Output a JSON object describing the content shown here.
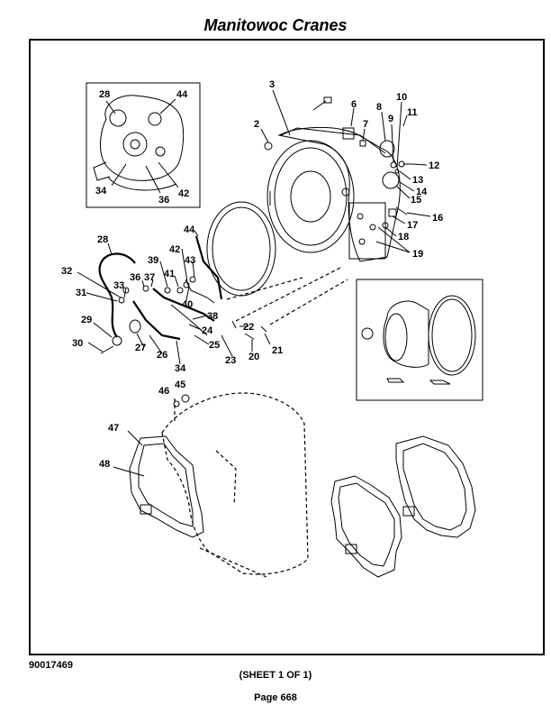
{
  "header": {
    "title": "Manitowoc Cranes"
  },
  "footer": {
    "doc_number": "90017469",
    "sheet": "(SHEET 1 OF 1)",
    "page": "Page 668"
  },
  "callouts": {
    "c2": "2",
    "c3": "3",
    "c6": "6",
    "c7": "7",
    "c8": "8",
    "c9": "9",
    "c10": "10",
    "c11": "11",
    "c12": "12",
    "c13": "13",
    "c14": "14",
    "c15": "15",
    "c16": "16",
    "c17": "17",
    "c18": "18",
    "c19": "19",
    "c20": "20",
    "c21": "21",
    "c22": "22",
    "c23": "23",
    "c24": "24",
    "c25": "25",
    "c26": "26",
    "c27": "27",
    "c28": "28",
    "c29": "29",
    "c30": "30",
    "c31": "31",
    "c32": "32",
    "c33": "33",
    "c34": "34",
    "c36": "36",
    "c37": "37",
    "c38": "38",
    "c39": "39",
    "c40": "40",
    "c41": "41",
    "c42": "42",
    "c43": "43",
    "c44": "44",
    "c45": "45",
    "c46": "46",
    "c47": "47",
    "c48": "48",
    "inset_28": "28",
    "inset_44": "44",
    "inset_34": "34",
    "inset_36": "36",
    "inset_42": "42"
  }
}
